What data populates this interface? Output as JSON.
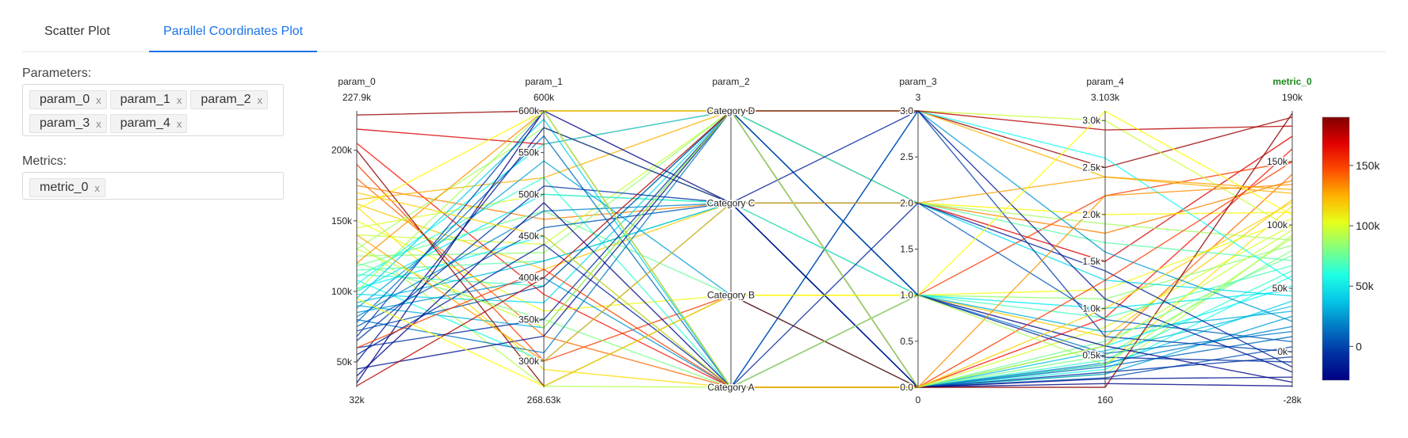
{
  "tabs": [
    {
      "label": "Scatter Plot",
      "active": false
    },
    {
      "label": "Parallel Coordinates Plot",
      "active": true
    }
  ],
  "parameters": {
    "label": "Parameters:",
    "chips": [
      "param_0",
      "param_1",
      "param_2",
      "param_3",
      "param_4"
    ]
  },
  "metrics": {
    "label": "Metrics:",
    "chips": [
      "metric_0"
    ]
  },
  "chip_remove_glyph": "x",
  "colors": {
    "tab_active": "#1a73e8",
    "metric_title": "#1a8a1a"
  },
  "chart_data": {
    "type": "parallel_coordinates",
    "colorscale": "Jet",
    "color_by": "metric_0",
    "axes": [
      {
        "name": "param_0",
        "top_label": "227.9k",
        "bottom_label": "32k",
        "range": [
          32000,
          227900
        ],
        "ticks": [
          {
            "v": 50000,
            "l": "50k"
          },
          {
            "v": 100000,
            "l": "100k"
          },
          {
            "v": 150000,
            "l": "150k"
          },
          {
            "v": 200000,
            "l": "200k"
          }
        ]
      },
      {
        "name": "param_1",
        "top_label": "600k",
        "bottom_label": "268.63k",
        "range": [
          268630,
          600000
        ],
        "ticks": [
          {
            "v": 300000,
            "l": "300k"
          },
          {
            "v": 350000,
            "l": "350k"
          },
          {
            "v": 400000,
            "l": "400k"
          },
          {
            "v": 450000,
            "l": "450k"
          },
          {
            "v": 500000,
            "l": "500k"
          },
          {
            "v": 550000,
            "l": "550k"
          },
          {
            "v": 600000,
            "l": "600k"
          }
        ]
      },
      {
        "name": "param_2",
        "top_label": "",
        "bottom_label": "",
        "categorical": true,
        "categories": [
          "Category A",
          "Category B",
          "Category C",
          "Category D"
        ]
      },
      {
        "name": "param_3",
        "top_label": "3",
        "bottom_label": "0",
        "range": [
          0,
          3
        ],
        "ticks": [
          {
            "v": 0,
            "l": "0.0"
          },
          {
            "v": 0.5,
            "l": "0.5"
          },
          {
            "v": 1,
            "l": "1.0"
          },
          {
            "v": 1.5,
            "l": "1.5"
          },
          {
            "v": 2,
            "l": "2.0"
          },
          {
            "v": 2.5,
            "l": "2.5"
          },
          {
            "v": 3,
            "l": "3.0"
          }
        ]
      },
      {
        "name": "param_4",
        "top_label": "3.103k",
        "bottom_label": "160",
        "range": [
          160,
          3103
        ],
        "ticks": [
          {
            "v": 500,
            "l": "0.5k"
          },
          {
            "v": 1000,
            "l": "1.0k"
          },
          {
            "v": 1500,
            "l": "1.5k"
          },
          {
            "v": 2000,
            "l": "2.0k"
          },
          {
            "v": 2500,
            "l": "2.5k"
          },
          {
            "v": 3000,
            "l": "3.0k"
          }
        ]
      },
      {
        "name": "metric_0",
        "top_label": "190k",
        "bottom_label": "-28k",
        "range": [
          -28000,
          190000
        ],
        "highlight": true,
        "ticks": [
          {
            "v": 0,
            "l": "0k"
          },
          {
            "v": 50000,
            "l": "50k"
          },
          {
            "v": 100000,
            "l": "100k"
          },
          {
            "v": 150000,
            "l": "150k"
          }
        ]
      }
    ],
    "colorbar": {
      "range": [
        -28000,
        190000
      ],
      "ticks": [
        {
          "v": 0,
          "l": "0"
        },
        {
          "v": 50000,
          "l": "50k"
        },
        {
          "v": 100000,
          "l": "100k"
        },
        {
          "v": 150000,
          "l": "150k"
        }
      ]
    },
    "records": [
      [
        225000,
        600000,
        "Category D",
        3,
        2500,
        185000
      ],
      [
        215000,
        560000,
        "Category D",
        2,
        1500,
        170000
      ],
      [
        205000,
        380000,
        "Category A",
        0,
        900,
        160000
      ],
      [
        190000,
        300000,
        "Category B",
        1,
        2200,
        150000
      ],
      [
        180000,
        330000,
        "Category A",
        0,
        600,
        140000
      ],
      [
        175000,
        470000,
        "Category C",
        2,
        1800,
        135000
      ],
      [
        165000,
        520000,
        "Category D",
        3,
        2400,
        125000
      ],
      [
        162000,
        410000,
        "Category C",
        1,
        700,
        120000
      ],
      [
        160000,
        290000,
        "Category A",
        0,
        400,
        115000
      ],
      [
        158000,
        600000,
        "Category D",
        2,
        2000,
        110000
      ],
      [
        150000,
        360000,
        "Category B",
        1,
        1200,
        105000
      ],
      [
        145000,
        500000,
        "Category C",
        0,
        800,
        100000
      ],
      [
        140000,
        440000,
        "Category D",
        3,
        3000,
        97000
      ],
      [
        135000,
        270000,
        "Category A",
        0,
        300,
        92000
      ],
      [
        130000,
        580000,
        "Category C",
        2,
        1900,
        88000
      ],
      [
        125000,
        430000,
        "Category D",
        1,
        1100,
        84000
      ],
      [
        120000,
        350000,
        "Category A",
        0,
        500,
        80000
      ],
      [
        118000,
        480000,
        "Category B",
        0,
        650,
        76000
      ],
      [
        115000,
        420000,
        "Category C",
        2,
        1700,
        72000
      ],
      [
        112000,
        390000,
        "Category D",
        1,
        900,
        68000
      ],
      [
        110000,
        520000,
        "Category A",
        0,
        450,
        64000
      ],
      [
        108000,
        300000,
        "Category C",
        0,
        350,
        60000
      ],
      [
        105000,
        560000,
        "Category D",
        3,
        2600,
        56000
      ],
      [
        102000,
        450000,
        "Category A",
        0,
        600,
        52000
      ],
      [
        100000,
        500000,
        "Category C",
        1,
        1000,
        48000
      ],
      [
        98000,
        370000,
        "Category D",
        2,
        1300,
        44000
      ],
      [
        95000,
        590000,
        "Category A",
        0,
        400,
        40000
      ],
      [
        92000,
        420000,
        "Category C",
        0,
        550,
        36000
      ],
      [
        90000,
        340000,
        "Category D",
        1,
        750,
        32000
      ],
      [
        88000,
        540000,
        "Category B",
        0,
        300,
        28000
      ],
      [
        85000,
        400000,
        "Category A",
        3,
        1600,
        24000
      ],
      [
        82000,
        480000,
        "Category C",
        0,
        420,
        20000
      ],
      [
        80000,
        310000,
        "Category D",
        1,
        520,
        16000
      ],
      [
        78000,
        570000,
        "Category A",
        0,
        380,
        12000
      ],
      [
        75000,
        460000,
        "Category C",
        2,
        880,
        8000
      ],
      [
        72000,
        390000,
        "Category D",
        0,
        260,
        4000
      ],
      [
        68000,
        600000,
        "Category A",
        3,
        700,
        0
      ],
      [
        65000,
        510000,
        "Category C",
        0,
        320,
        -4000
      ],
      [
        60000,
        350000,
        "Category D",
        1,
        480,
        -8000
      ],
      [
        55000,
        440000,
        "Category A",
        2,
        1400,
        -12000
      ],
      [
        50000,
        580000,
        "Category C",
        3,
        1100,
        -16000
      ],
      [
        45000,
        330000,
        "Category D",
        0,
        250,
        -20000
      ],
      [
        40000,
        490000,
        "Category A",
        1,
        600,
        -24000
      ],
      [
        35000,
        600000,
        "Category C",
        0,
        200,
        -27000
      ],
      [
        33000,
        400000,
        "Category D",
        3,
        2900,
        178000
      ],
      [
        200000,
        270000,
        "Category B",
        0,
        160,
        188000
      ],
      [
        60000,
        410000,
        "Category A",
        0,
        1300,
        150000
      ],
      [
        120000,
        600000,
        "Category A",
        0,
        2200,
        132000
      ],
      [
        140000,
        300000,
        "Category C",
        2,
        2400,
        128000
      ],
      [
        95000,
        270000,
        "Category B",
        1,
        3100,
        108000
      ],
      [
        170000,
        450000,
        "Category A",
        0,
        1000,
        118000
      ],
      [
        130000,
        340000,
        "Category D",
        0,
        600,
        96000
      ],
      [
        100000,
        600000,
        "Category A",
        1,
        400,
        90000
      ]
    ]
  }
}
